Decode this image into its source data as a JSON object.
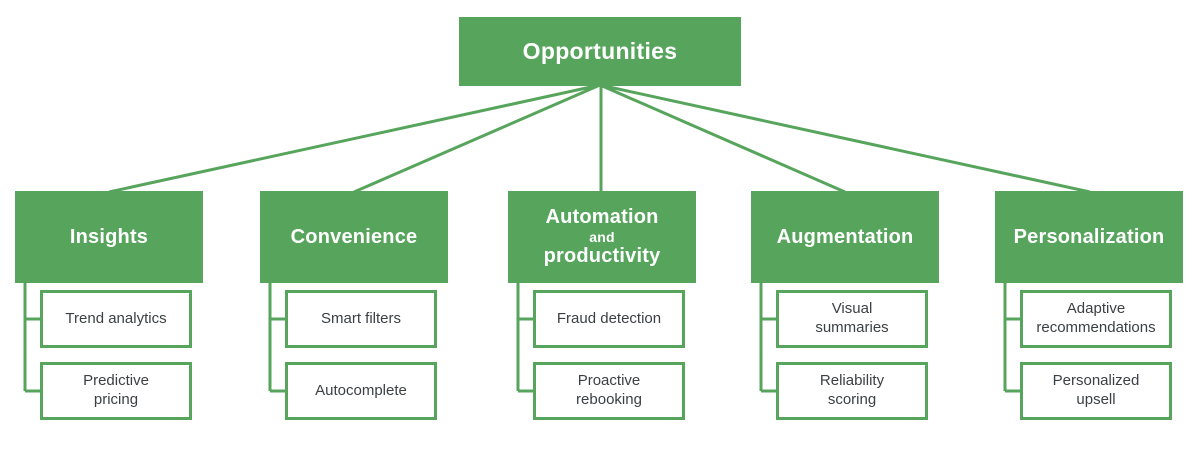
{
  "root": {
    "label": "Opportunities"
  },
  "groups": [
    {
      "title": "Insights",
      "children": [
        "Trend analytics",
        "Predictive\npricing"
      ]
    },
    {
      "title": "Convenience",
      "children": [
        "Smart filters",
        "Autocomplete"
      ]
    },
    {
      "title_line1": "Automation",
      "title_small": "and",
      "title_line2": "productivity",
      "children": [
        "Fraud detection",
        "Proactive\nrebooking"
      ]
    },
    {
      "title": "Augmentation",
      "children": [
        "Visual\nsummaries",
        "Reliability\nscoring"
      ]
    },
    {
      "title": "Personalization",
      "children": [
        "Adaptive\nrecommendations",
        "Personalized\nupsell"
      ]
    }
  ],
  "colors": {
    "green": "#57a55c",
    "text_dark": "#3c4043",
    "text_light": "#ffffff",
    "background": "#ffffff"
  }
}
